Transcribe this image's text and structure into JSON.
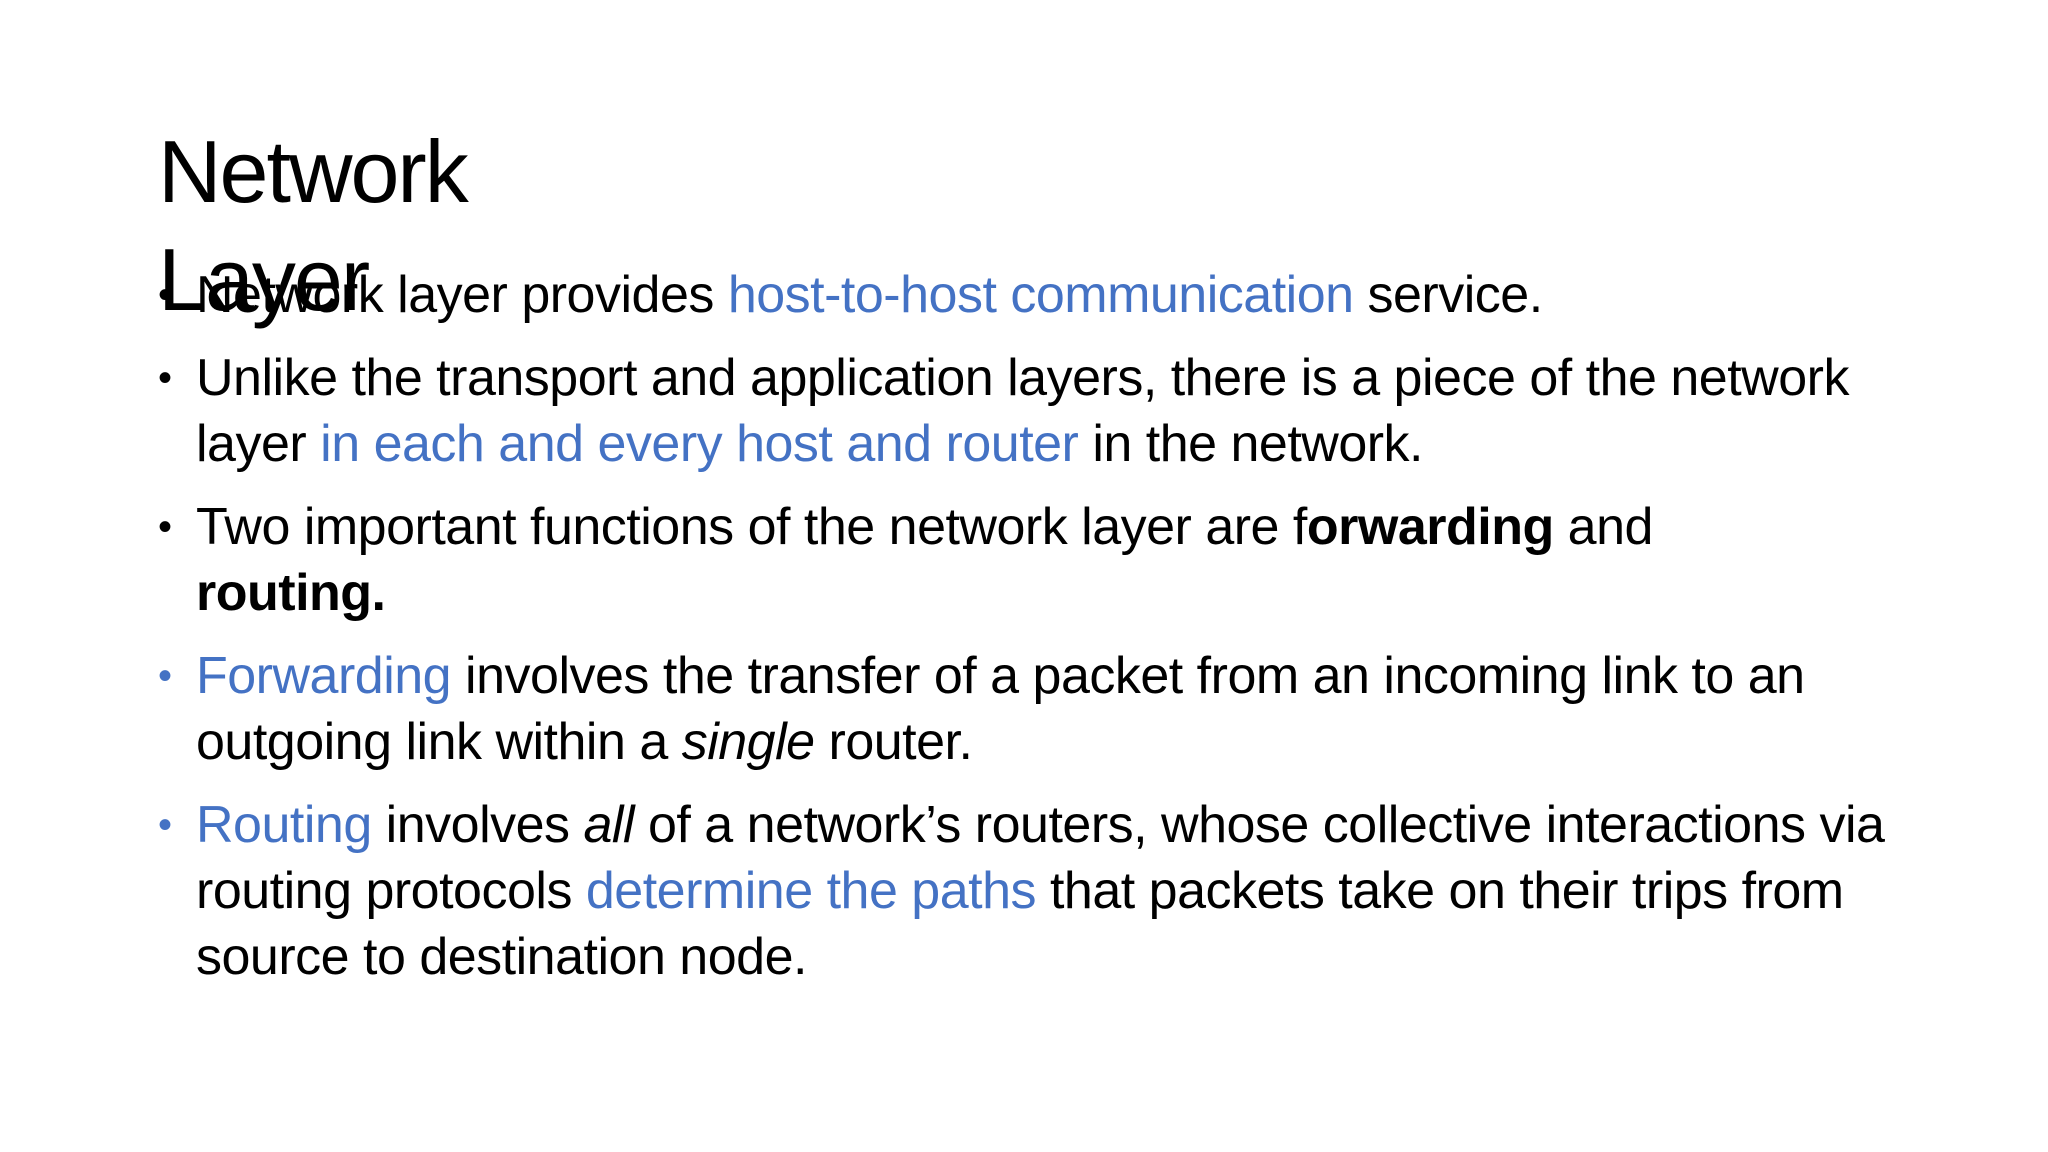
{
  "slide": {
    "title": "Network Layer",
    "colors": {
      "text": "#000000",
      "accent": "#4472c4",
      "background": "#ffffff"
    },
    "bullets": [
      {
        "marker": "•",
        "parts": [
          "Network layer provides ",
          "host-to-host communication",
          " service."
        ]
      },
      {
        "marker": "•",
        "parts": [
          "Unlike the transport and application layers, there is a piece of the network layer ",
          "in each and every host and router",
          " in the network."
        ]
      },
      {
        "marker": "•",
        "parts": [
          "Two important functions of the network layer are f",
          "orwarding",
          " and ",
          "routing."
        ]
      },
      {
        "marker": "•",
        "parts": [
          "Forwarding",
          " involves the transfer of a packet from an incoming link to an outgoing link within a ",
          "single",
          " router."
        ]
      },
      {
        "marker": "•",
        "parts": [
          "Routing",
          " involves ",
          "all",
          " of a network’s routers, whose collective interactions via routing protocols ",
          "determine the paths",
          " that packets take on their trips from source to destination node."
        ]
      }
    ]
  }
}
